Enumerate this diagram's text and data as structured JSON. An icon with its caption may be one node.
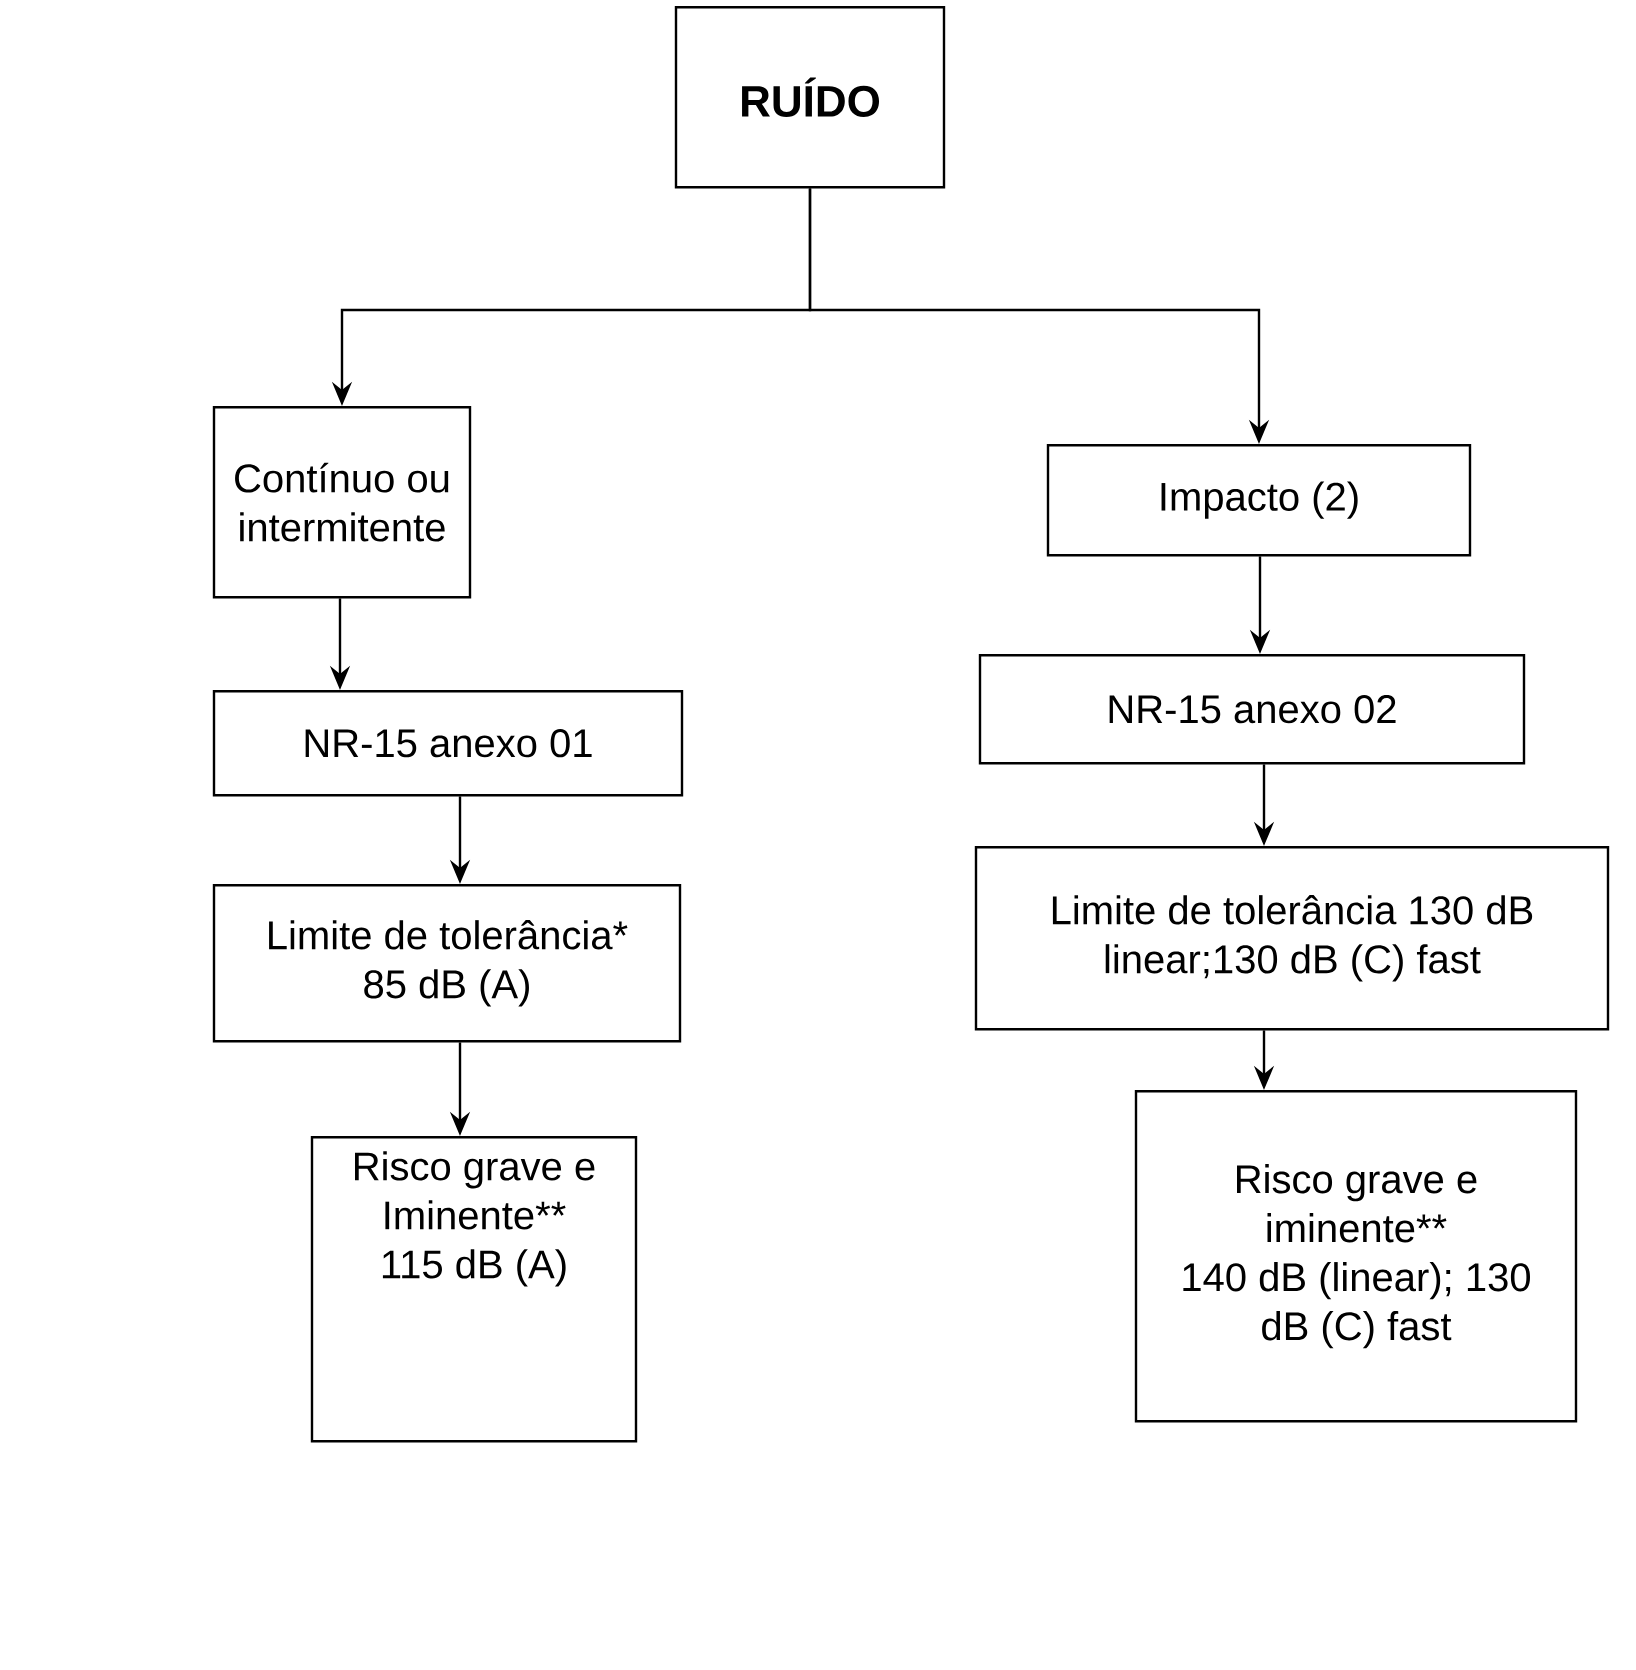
{
  "diagram": {
    "nodes": [
      {
        "text": [
          "RUÍDO"
        ]
      },
      {
        "text": [
          "Contínuo ou intermitente"
        ]
      },
      {
        "text": [
          "Impacto (2)"
        ]
      },
      {
        "text": [
          "NR-15 anexo 01"
        ]
      },
      {
        "text": [
          "NR-15 anexo 02"
        ]
      },
      {
        "text": [
          "Limite de tolerância*",
          "85 dB (A)"
        ]
      },
      {
        "text": [
          "Limite de tolerância 130 dB linear;130 dB (C) fast"
        ]
      },
      {
        "text": [
          "Risco grave e Iminente**",
          "115 dB (A)"
        ]
      },
      {
        "text": [
          "Risco grave e iminente**",
          "140 dB (linear); 130 dB (C) fast"
        ]
      }
    ],
    "edges": [
      {
        "from": 0,
        "to": 1,
        "arrow": "to"
      },
      {
        "from": 0,
        "to": 2,
        "arrow": "to"
      },
      {
        "from": 1,
        "to": 3,
        "arrow": "to"
      },
      {
        "from": 2,
        "to": 4,
        "arrow": "to"
      },
      {
        "from": 3,
        "to": 5,
        "arrow": "to"
      },
      {
        "from": 4,
        "to": 6,
        "arrow": "to"
      },
      {
        "from": 5,
        "to": 7,
        "arrow": "to"
      },
      {
        "from": 6,
        "to": 8,
        "arrow": "to"
      }
    ]
  }
}
